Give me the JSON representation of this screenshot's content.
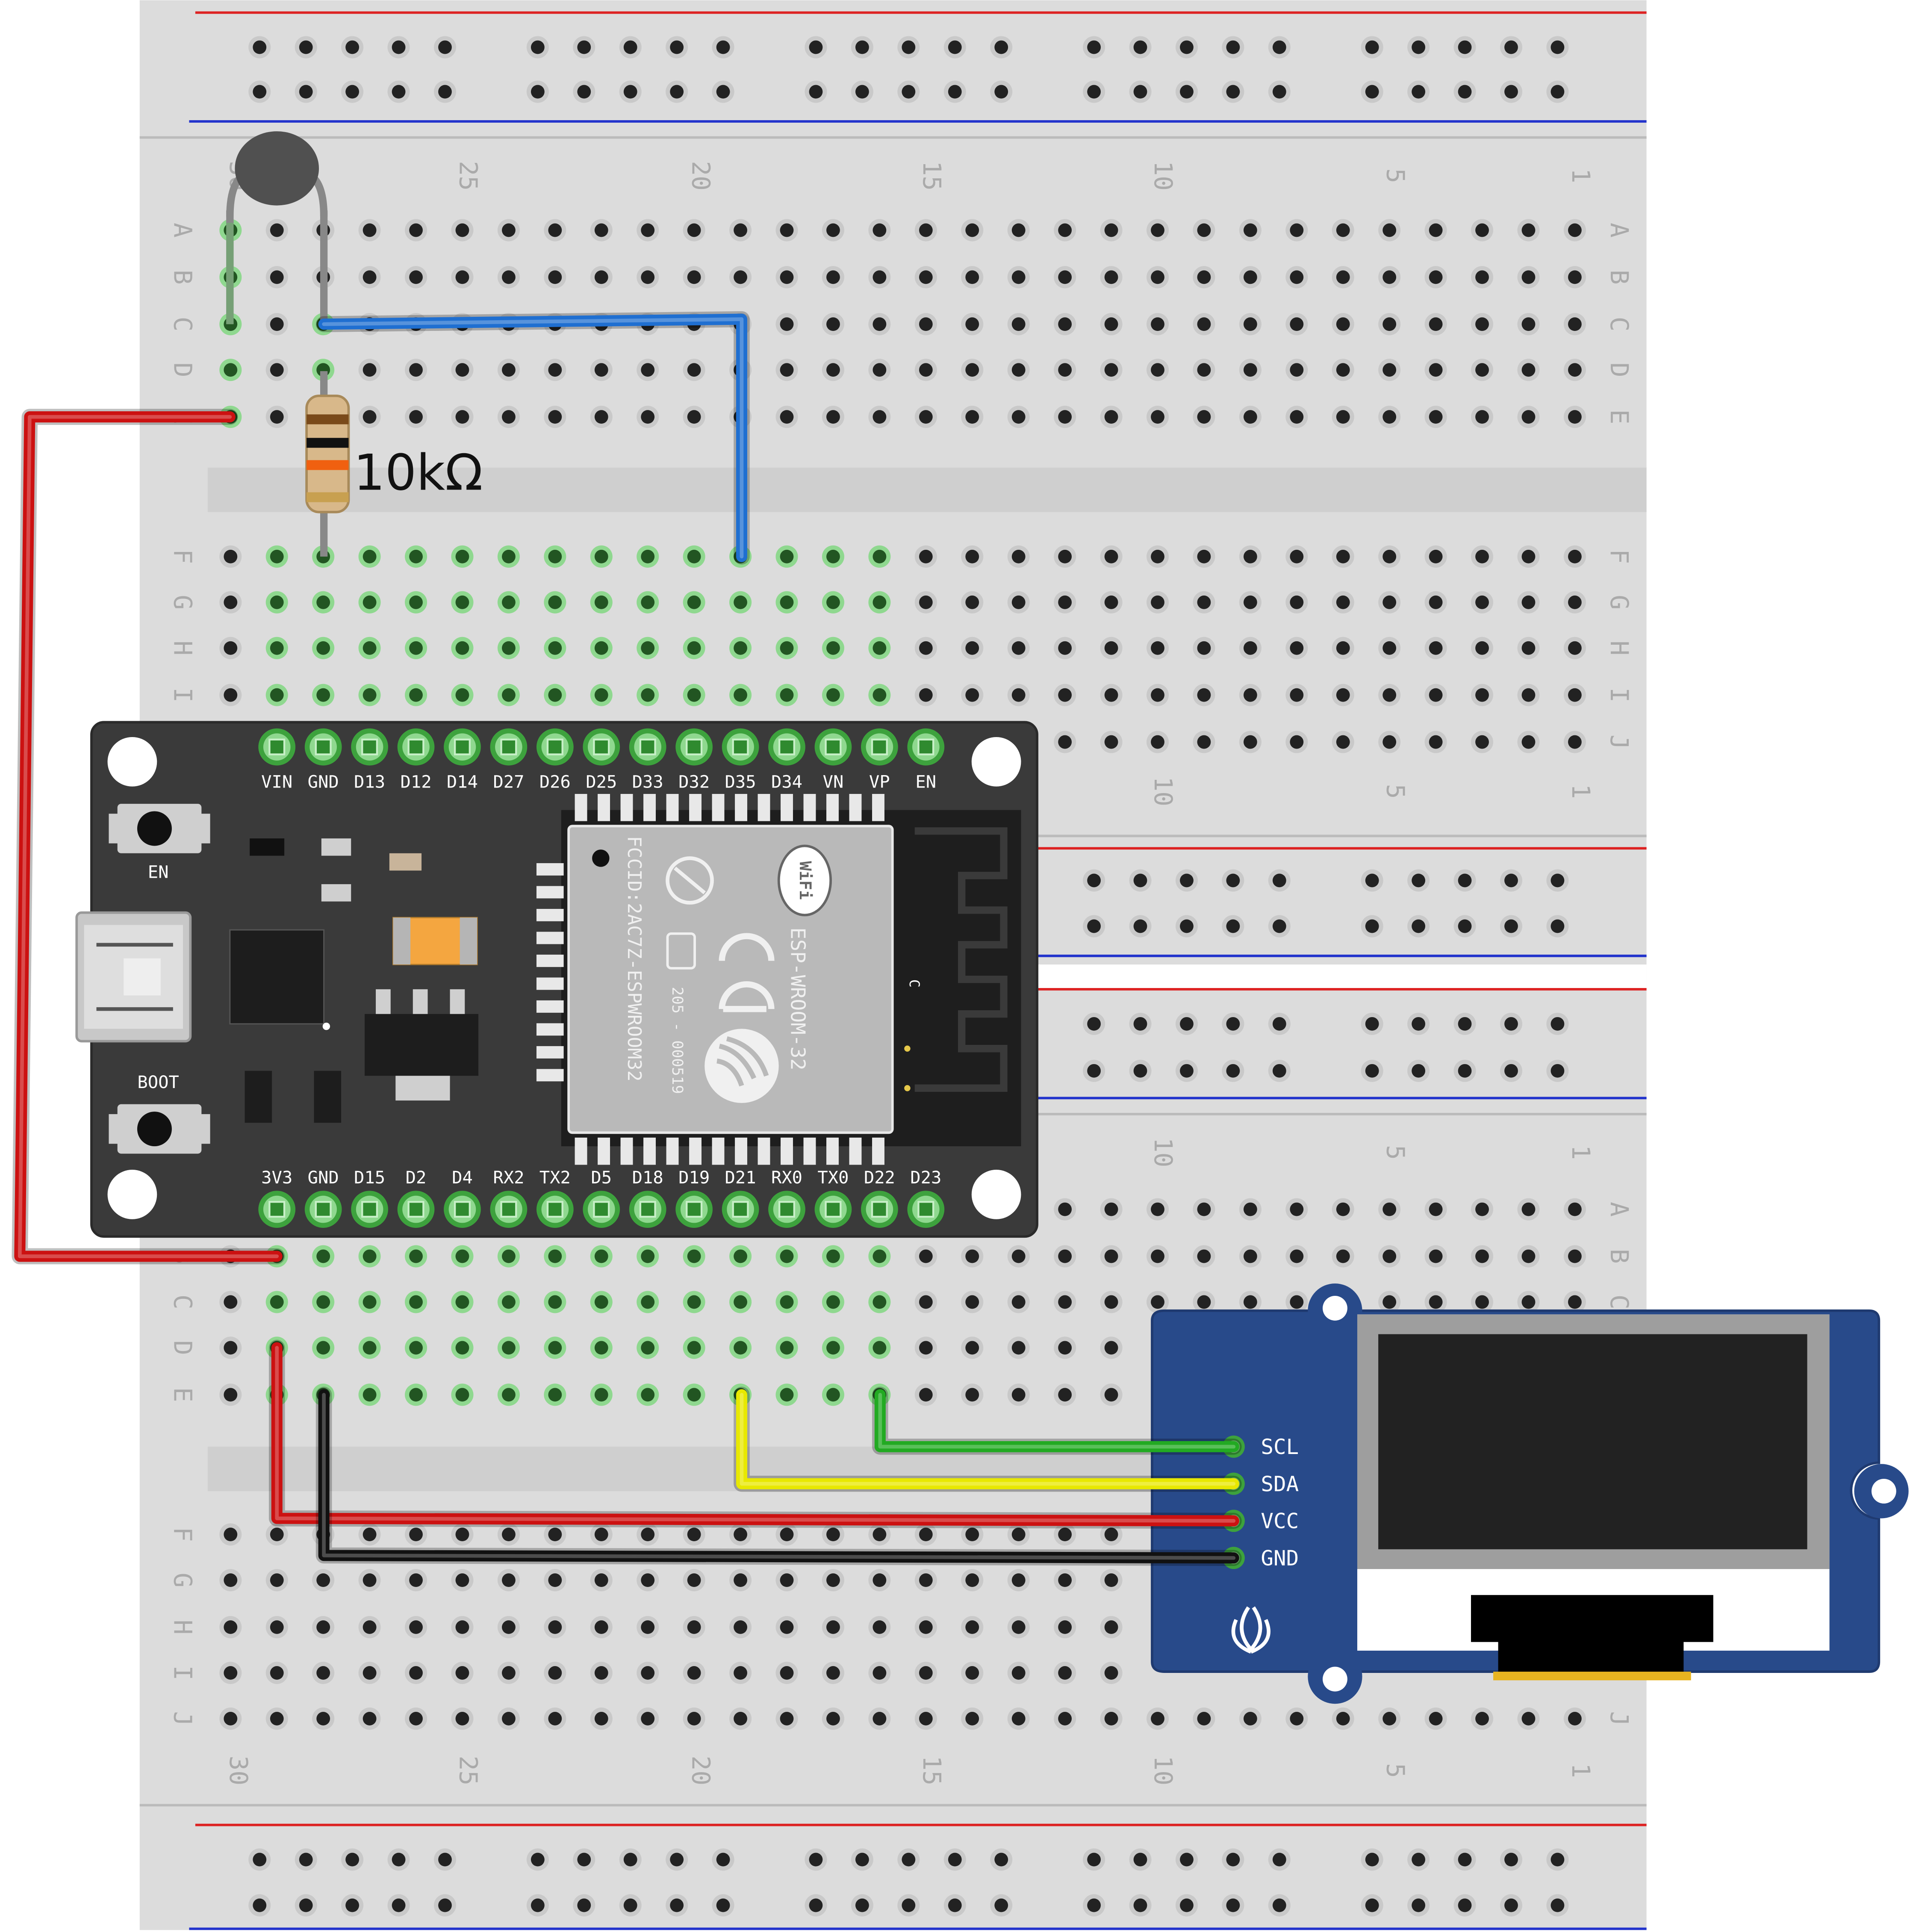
{
  "breadboard": {
    "column_numbers": [
      "30",
      "25",
      "20",
      "15",
      "10",
      "5",
      "1"
    ],
    "row_letters_top": [
      "A",
      "B",
      "C",
      "D",
      "E"
    ],
    "row_letters_bottom": [
      "F",
      "G",
      "H",
      "I",
      "J"
    ]
  },
  "resistor": {
    "label": "10kΩ"
  },
  "esp32": {
    "top_pins": [
      "VIN",
      "GND",
      "D13",
      "D12",
      "D14",
      "D27",
      "D26",
      "D25",
      "D33",
      "D32",
      "D35",
      "D34",
      "VN",
      "VP",
      "EN"
    ],
    "bottom_pins": [
      "3V3",
      "GND",
      "D15",
      "D2",
      "D4",
      "RX2",
      "TX2",
      "D5",
      "D18",
      "D19",
      "D21",
      "RX0",
      "TX0",
      "D22",
      "D23"
    ],
    "button_en": "EN",
    "button_boot": "BOOT",
    "module_name": "ESP-WROOM-32",
    "fcc_id": "FCCID:2AC7Z-ESPWROOM32",
    "cert_code": "205 - 000519",
    "wifi_logo": "WiFi",
    "antenna_mark": "C"
  },
  "oled": {
    "pins": [
      "SCL",
      "SDA",
      "VCC",
      "GND"
    ]
  },
  "wire_colors": {
    "power": "#cc1111",
    "ground": "#111111",
    "signal_adc": "#1f6fd1",
    "scl": "#22aa22",
    "sda": "#e8e800"
  },
  "colors": {
    "board_bg": "#dcdcdc",
    "rail_red": "#dd2222",
    "rail_blue": "#2233cc",
    "esp_board": "#3a3a3a",
    "oled_pcb": "#284a8a"
  }
}
